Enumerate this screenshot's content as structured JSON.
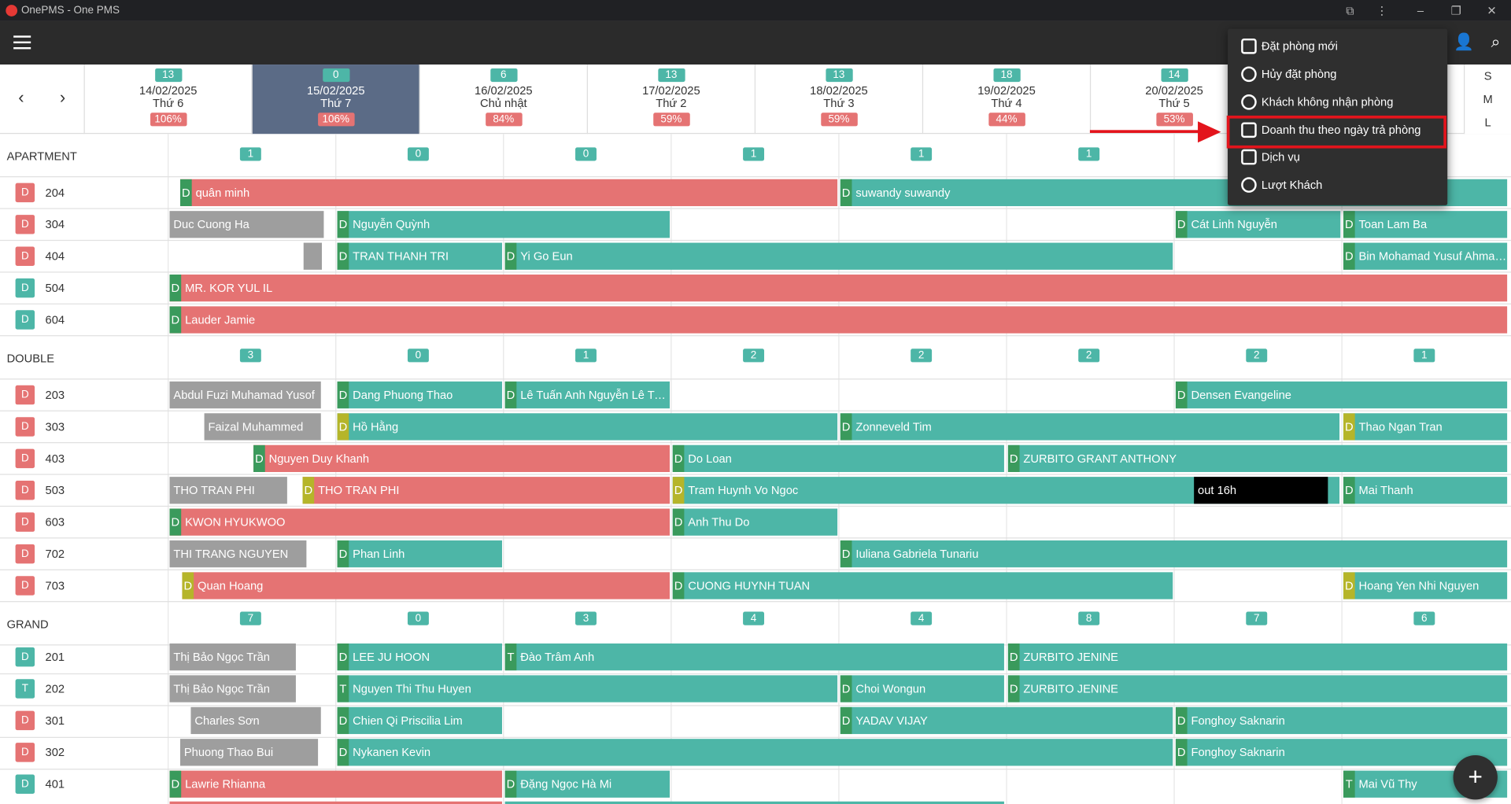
{
  "window": {
    "title": "OnePMS - One PMS"
  },
  "appbar": {
    "add_user_icon": "add-user-icon",
    "search_icon": "search-icon"
  },
  "nav": {
    "prev": "‹",
    "next": "›"
  },
  "days": [
    {
      "count": "13",
      "date": "14/02/2025",
      "weekday": "Thứ 6",
      "occupancy": "106%"
    },
    {
      "count": "0",
      "date": "15/02/2025",
      "weekday": "Thứ 7",
      "occupancy": "106%"
    },
    {
      "count": "6",
      "date": "16/02/2025",
      "weekday": "Chủ nhật",
      "occupancy": "84%"
    },
    {
      "count": "13",
      "date": "17/02/2025",
      "weekday": "Thứ 2",
      "occupancy": "59%"
    },
    {
      "count": "13",
      "date": "18/02/2025",
      "weekday": "Thứ 3",
      "occupancy": "59%"
    },
    {
      "count": "18",
      "date": "19/02/2025",
      "weekday": "Thứ 4",
      "occupancy": "44%"
    },
    {
      "count": "14",
      "date": "20/02/2025",
      "weekday": "Thứ 5",
      "occupancy": "53%"
    }
  ],
  "size_toggle": [
    "S",
    "M",
    "L"
  ],
  "groups": {
    "apartment": {
      "name": "APARTMENT",
      "avail": [
        "1",
        "0",
        "0",
        "1",
        "1",
        "1"
      ]
    },
    "double": {
      "name": "DOUBLE",
      "avail": [
        "3",
        "0",
        "1",
        "2",
        "2",
        "2",
        "2",
        "1"
      ]
    },
    "grand": {
      "name": "GRAND",
      "avail": [
        "7",
        "0",
        "3",
        "4",
        "4",
        "8",
        "7",
        "6"
      ]
    }
  },
  "rooms": {
    "r204": {
      "status": "D",
      "number": "204"
    },
    "r304": {
      "status": "D",
      "number": "304"
    },
    "r404": {
      "status": "D",
      "number": "404"
    },
    "r504": {
      "status": "D",
      "number": "504"
    },
    "r604": {
      "status": "D",
      "number": "604"
    },
    "r203": {
      "status": "D",
      "number": "203"
    },
    "r303": {
      "status": "D",
      "number": "303"
    },
    "r403": {
      "status": "D",
      "number": "403"
    },
    "r503": {
      "status": "D",
      "number": "503"
    },
    "r603": {
      "status": "D",
      "number": "603"
    },
    "r702": {
      "status": "D",
      "number": "702"
    },
    "r703": {
      "status": "D",
      "number": "703"
    },
    "r201": {
      "status": "D",
      "number": "201"
    },
    "r202": {
      "status": "T",
      "number": "202"
    },
    "r301": {
      "status": "D",
      "number": "301"
    },
    "r302": {
      "status": "D",
      "number": "302"
    },
    "r401": {
      "status": "D",
      "number": "401"
    }
  },
  "bookings": {
    "b1": {
      "tag": "D",
      "guest": "quân minh"
    },
    "b2": {
      "tag": "D",
      "guest": "suwandy suwandy"
    },
    "b3": {
      "guest": "Duc Cuong Ha"
    },
    "b4": {
      "tag": "D",
      "guest": "Nguyễn Quỳnh"
    },
    "b5": {
      "tag": "D",
      "guest": "Cát Linh Nguyễn"
    },
    "b6": {
      "tag": "D",
      "guest": "Toan Lam Ba"
    },
    "b7": {
      "tag": "D",
      "guest": "TRAN THANH TRI"
    },
    "b8": {
      "tag": "D",
      "guest": "Yi Go Eun"
    },
    "b9": {
      "tag": "D",
      "guest": "Bin Mohamad Yusuf Ahmad ..."
    },
    "b10": {
      "tag": "D",
      "guest": "MR. KOR YUL IL"
    },
    "b11": {
      "tag": "D",
      "guest": "Lauder Jamie"
    },
    "b12": {
      "guest": "Abdul Fuzi Muhamad Yusof"
    },
    "b13": {
      "tag": "D",
      "guest": "Dang Phuong Thao"
    },
    "b14": {
      "tag": "D",
      "guest": "Lê Tuấn Anh Nguyễn Lê Tuấn..."
    },
    "b15": {
      "tag": "D",
      "guest": "Densen Evangeline"
    },
    "b16": {
      "guest": "Faizal Muhammed"
    },
    "b17": {
      "tag": "D",
      "guest": "Hồ Hằng"
    },
    "b18": {
      "tag": "D",
      "guest": "Zonneveld Tim"
    },
    "b19": {
      "tag": "D",
      "guest": "Thao Ngan Tran"
    },
    "b20": {
      "tag": "D",
      "guest": "Nguyen Duy Khanh"
    },
    "b21": {
      "tag": "D",
      "guest": "Do Loan"
    },
    "b22": {
      "tag": "D",
      "guest": "ZURBITO GRANT ANTHONY"
    },
    "b23": {
      "guest": "THO TRAN PHI"
    },
    "b24": {
      "tag": "D",
      "guest": "THO TRAN PHI"
    },
    "b25": {
      "tag": "D",
      "guest": "Tram Huynh Vo Ngoc"
    },
    "b26": {
      "guest": "out 16h"
    },
    "b27": {
      "tag": "D",
      "guest": "Mai Thanh"
    },
    "b28": {
      "tag": "D",
      "guest": "KWON HYUKWOO"
    },
    "b29": {
      "tag": "D",
      "guest": "Anh Thu Do"
    },
    "b30": {
      "guest": "THI TRANG NGUYEN"
    },
    "b31": {
      "tag": "D",
      "guest": "Phan Linh"
    },
    "b32": {
      "tag": "D",
      "guest": "Iuliana Gabriela Tunariu"
    },
    "b33": {
      "tag": "D",
      "guest": "Quan Hoang"
    },
    "b34": {
      "tag": "D",
      "guest": "CUONG HUYNH TUAN"
    },
    "b35": {
      "tag": "D",
      "guest": "Hoang Yen Nhi Nguyen"
    },
    "b36": {
      "guest": "Thị Bảo Ngọc Trần"
    },
    "b37": {
      "tag": "D",
      "guest": "LEE JU HOON"
    },
    "b38": {
      "tag": "T",
      "guest": "Đào Trâm Anh"
    },
    "b39": {
      "tag": "D",
      "guest": "ZURBITO JENINE"
    },
    "b40": {
      "guest": "Thị Bảo Ngọc Trần"
    },
    "b41": {
      "tag": "T",
      "guest": "Nguyen Thi Thu Huyen"
    },
    "b42": {
      "tag": "D",
      "guest": "Choi Wongun"
    },
    "b43": {
      "tag": "D",
      "guest": "ZURBITO JENINE"
    },
    "b44": {
      "guest": "Charles Sơn"
    },
    "b45": {
      "tag": "D",
      "guest": "Chien Qi Priscilia Lim"
    },
    "b46": {
      "tag": "D",
      "guest": "YADAV VIJAY"
    },
    "b47": {
      "tag": "D",
      "guest": "Fonghoy Saknarin"
    },
    "b48": {
      "guest": "Phuong Thao Bui"
    },
    "b49": {
      "tag": "D",
      "guest": "Nykanen Kevin"
    },
    "b50": {
      "tag": "D",
      "guest": "Fonghoy Saknarin"
    },
    "b51": {
      "tag": "D",
      "guest": "Lawrie Rhianna"
    },
    "b52": {
      "tag": "D",
      "guest": "Đặng Ngọc Hà Mi"
    },
    "b53": {
      "tag": "T",
      "guest": "Mai Vũ Thy"
    }
  },
  "menu": {
    "items": [
      {
        "label": "Đặt phòng mới",
        "icon": "list-icon"
      },
      {
        "label": "Hủy đặt phòng",
        "icon": "cancel-icon"
      },
      {
        "label": "Khách không nhận phòng",
        "icon": "block-icon"
      },
      {
        "label": "Doanh thu theo ngày trả phòng",
        "icon": "money-icon"
      },
      {
        "label": "Dịch vụ",
        "icon": "checklist-icon"
      },
      {
        "label": "Lượt Khách",
        "icon": "people-icon"
      }
    ]
  },
  "fab": {
    "label": "+"
  },
  "colors": {
    "teal": "#4db6a7",
    "red": "#e57373",
    "gray": "#9e9e9e",
    "highlight": "#e3141c"
  }
}
